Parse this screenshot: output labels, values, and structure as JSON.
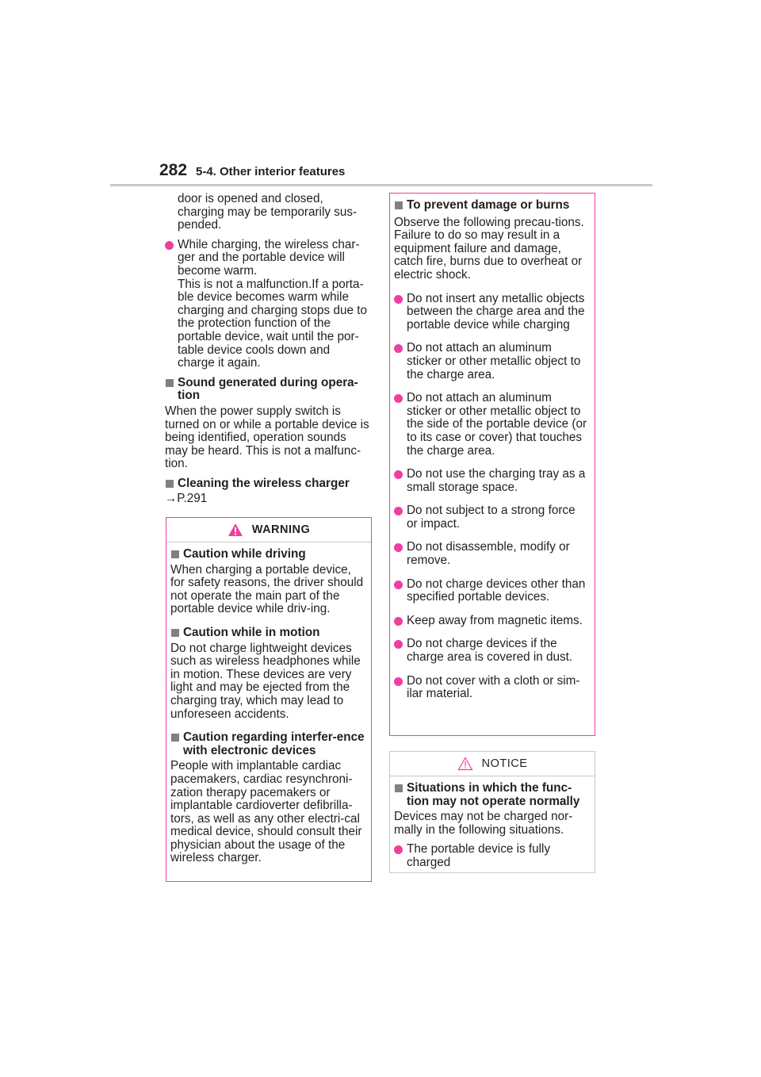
{
  "header": {
    "page_number": "282",
    "section": "5-4. Other interior features"
  },
  "left_column": {
    "continuation": "door is opened and closed, charging may be temporarily sus-pended.",
    "bullet_warm": "While charging, the wireless char-ger and the portable device will become warm.",
    "bullet_warm_detail": "This is not a malfunction.If a porta-ble device becomes warm while charging and charging stops due to the protection function of the portable device, wait until the por-table device cools down and charge it again.",
    "sound_heading": "Sound generated during opera-tion",
    "sound_text": "When the power supply switch is turned on or while a portable device is being identified, operation sounds may be heard. This is not a malfunc-tion.",
    "cleaning_heading": "Cleaning the wireless charger",
    "cleaning_ref": "→P.291"
  },
  "warning_box": {
    "title": "WARNING",
    "s1_heading": "Caution while driving",
    "s1_text": "When charging a portable device, for safety reasons, the driver should not operate the main part of the portable device while driv-ing.",
    "s2_heading": "Caution while in motion",
    "s2_text": "Do not charge lightweight devices such as wireless headphones while in motion. These devices are very light and may be ejected from the charging tray, which may lead to unforeseen accidents.",
    "s3_heading": "Caution regarding interfer-ence with electronic devices",
    "s3_text": "People with implantable cardiac pacemakers, cardiac resynchroni-zation therapy pacemakers or implantable cardioverter defibrilla-tors, as well as any other electri-cal medical device, should consult their physician about the usage of the wireless charger."
  },
  "prevent_box": {
    "heading": "To prevent damage or burns",
    "intro1": "Observe the following precau-tions.",
    "intro2": "Failure to do so may result in a equipment failure and damage, catch fire, burns due to overheat or electric shock.",
    "bullets": [
      "Do not insert any metallic objects between the charge area and the portable device while charging",
      "Do not attach an aluminum sticker or other metallic object to the charge area.",
      "Do not attach an aluminum sticker or other metallic object to the side of the portable device (or to its case or cover) that touches the charge area.",
      "Do not use the charging tray as a small storage space.",
      "Do not subject to a strong force or impact.",
      "Do not disassemble, modify or remove.",
      "Do not charge devices other than specified portable devices.",
      "Keep away from magnetic items.",
      "Do not charge devices if the charge area is covered in dust.",
      "Do not cover with a cloth or sim-ilar material."
    ]
  },
  "notice_box": {
    "title": "NOTICE",
    "heading": "Situations in which the func-tion may not operate normally",
    "text": "Devices may not be charged nor-mally in the following situations.",
    "bullet": "The portable device is fully charged"
  },
  "colors": {
    "accent": "#ee3fa0",
    "marker": "#808080",
    "rule": "#c9c9c9"
  }
}
